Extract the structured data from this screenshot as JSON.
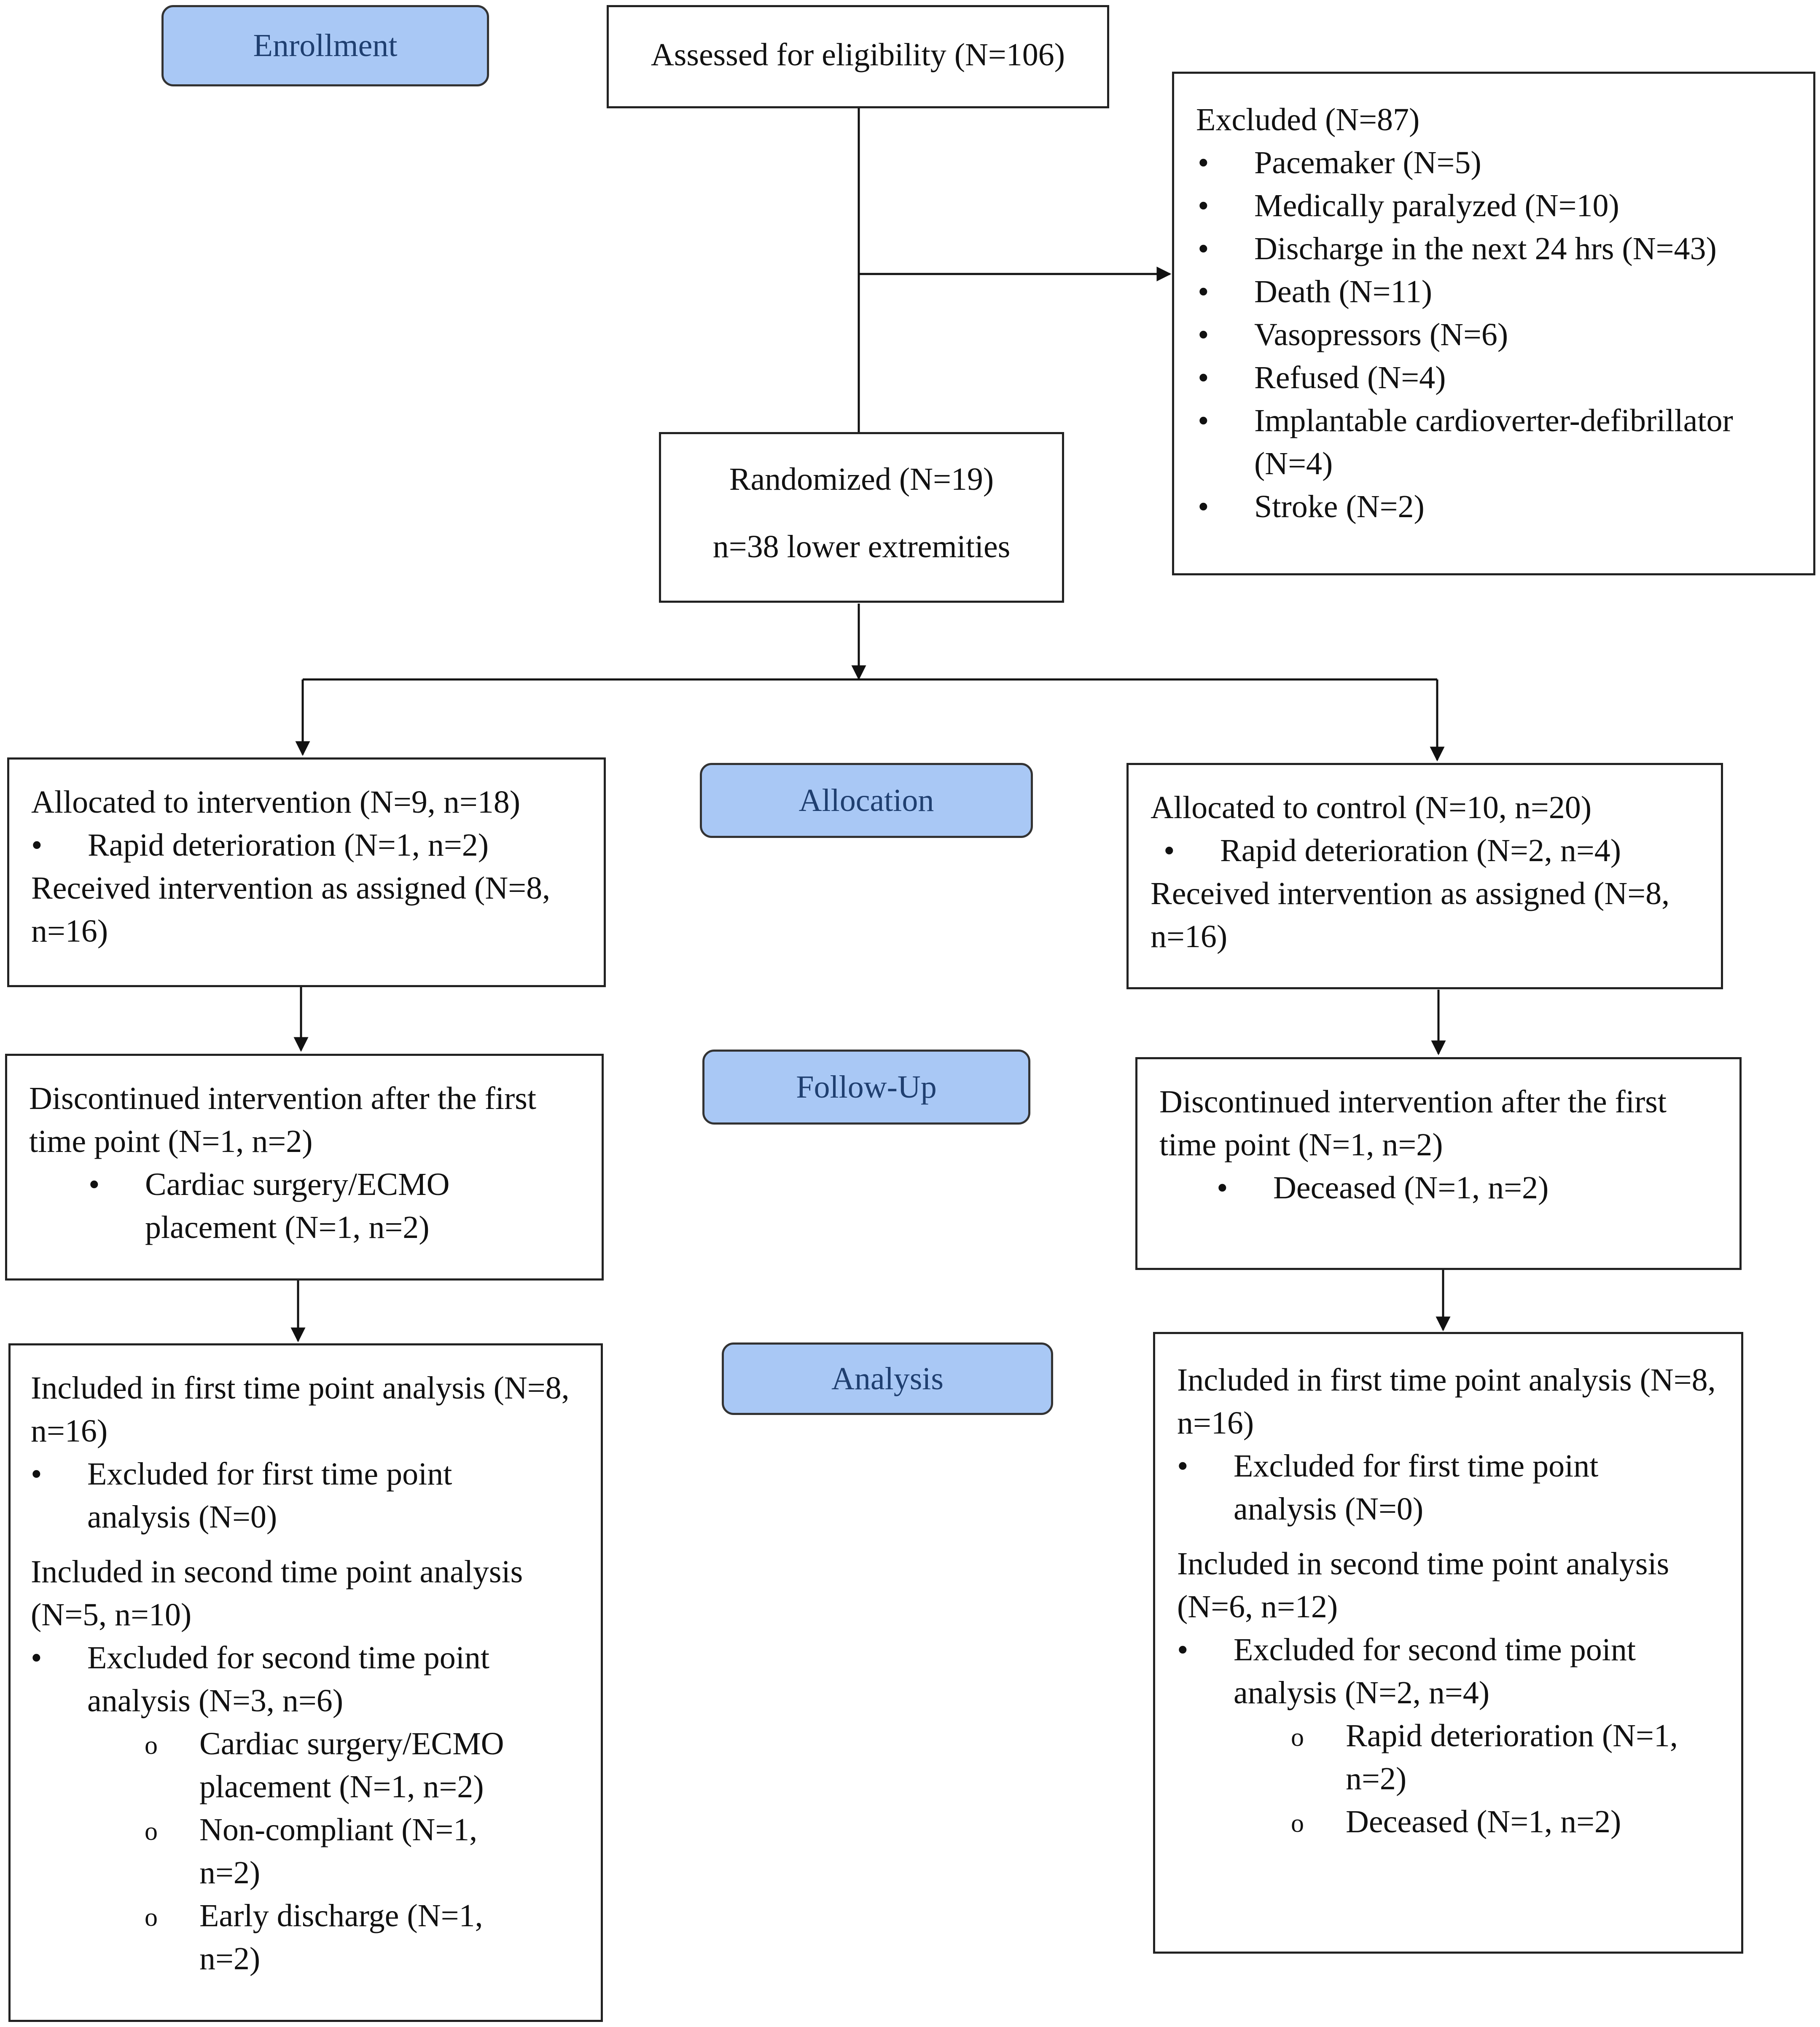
{
  "stages": {
    "enrollment": "Enrollment",
    "allocation": "Allocation",
    "follow_up": "Follow-Up",
    "analysis": "Analysis"
  },
  "assessed": "Assessed for eligibility (N=106)",
  "excluded": {
    "title": "Excluded (N=87)",
    "items": [
      "Pacemaker (N=5)",
      "Medically paralyzed (N=10)",
      "Discharge in the next 24 hrs (N=43)",
      "Death (N=11)",
      "Vasopressors (N=6)",
      "Refused (N=4)",
      "Implantable cardioverter-defibrillator (N=4)",
      "Stroke (N=2)"
    ]
  },
  "randomized": {
    "line1": "Randomized (N=19)",
    "line2": "n=38 lower extremities"
  },
  "allocation_left": {
    "title": "Allocated to intervention (N=9, n=18)",
    "bullet": "Rapid deterioration (N=1, n=2)",
    "received": "Received intervention as assigned (N=8, n=16)"
  },
  "allocation_right": {
    "title": "Allocated to control (N=10, n=20)",
    "bullet": "Rapid deterioration (N=2, n=4)",
    "received": "Received intervention as assigned (N=8, n=16)"
  },
  "followup_left": {
    "title": "Discontinued intervention after the first time point (N=1, n=2)",
    "bullet": "Cardiac surgery/ECMO placement (N=1, n=2)"
  },
  "followup_right": {
    "title": "Discontinued intervention after the first time point (N=1, n=2)",
    "bullet": "Deceased (N=1, n=2)"
  },
  "analysis_left": {
    "included_first": "Included in first time point analysis (N=8, n=16)",
    "excluded_first": "Excluded for first time point analysis (N=0)",
    "included_second": "Included in second time point analysis (N=5, n=10)",
    "excluded_second": "Excluded for second time point analysis (N=3, n=6)",
    "sub_items": [
      "Cardiac surgery/ECMO placement (N=1, n=2)",
      "Non-compliant (N=1, n=2)",
      "Early discharge (N=1, n=2)"
    ]
  },
  "analysis_right": {
    "included_first": "Included in first time point analysis (N=8, n=16)",
    "excluded_first": "Excluded for first time point analysis (N=0)",
    "included_second": "Included in second time point analysis (N=6, n=12)",
    "excluded_second": "Excluded for second time point analysis (N=2, n=4)",
    "sub_items": [
      "Rapid deterioration (N=1, n=2)",
      "Deceased (N=1, n=2)"
    ]
  }
}
